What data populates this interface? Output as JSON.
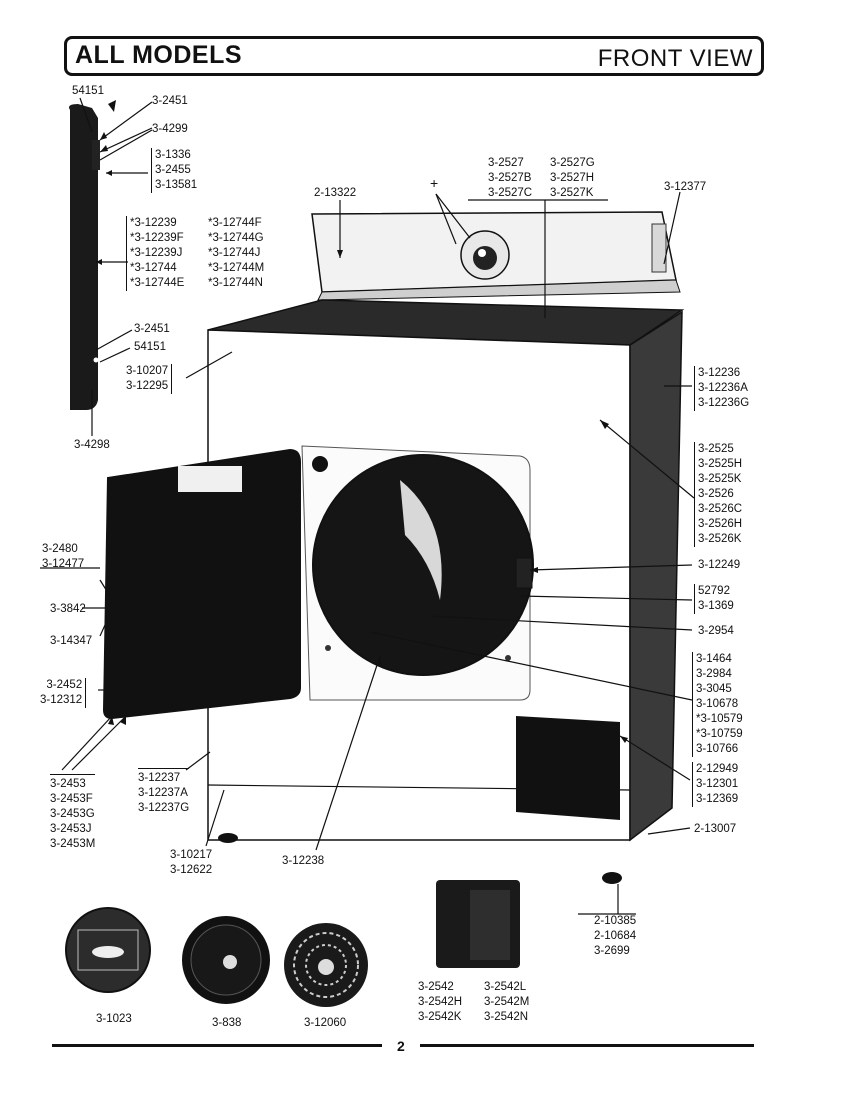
{
  "header": {
    "title": "ALL MODELS",
    "view": "FRONT VIEW"
  },
  "labels": {
    "p54151_top": "54151",
    "p3_2451_top": "3-2451",
    "p3_4299": "3-4299",
    "grp_side_screws": [
      "3-1336",
      "3-2455",
      "3-13581"
    ],
    "grp_side_panel_a": [
      "*3-12239",
      "*3-12239F",
      "*3-12239J",
      "*3-12744",
      "*3-12744E"
    ],
    "grp_side_panel_b": [
      "*3-12744F",
      "*3-12744G",
      "*3-12744J",
      "*3-12744M",
      "*3-12744N"
    ],
    "p3_2451_bot": "3-2451",
    "p54151_bot": "54151",
    "grp_top_trim": [
      "3-10207",
      "3-12295"
    ],
    "p3_4298": "3-4298",
    "p2_13322": "2-13322",
    "grp_knob_a": [
      "3-2527",
      "3-2527B",
      "3-2527C"
    ],
    "grp_knob_b": [
      "3-2527G",
      "3-2527H",
      "3-2527K"
    ],
    "knob_plus": "+",
    "p3_12377": "3-12377",
    "grp_top": [
      "3-12236",
      "3-12236A",
      "3-12236G"
    ],
    "grp_cabinet": [
      "3-2525",
      "3-2525H",
      "3-2525K",
      "3-2526",
      "3-2526C",
      "3-2526H",
      "3-2526K"
    ],
    "p3_12249": "3-12249",
    "grp_seal": [
      "52792",
      "3-1369"
    ],
    "p3_2954": "3-2954",
    "grp_front_panel": [
      "3-1464",
      "3-2984",
      "3-3045",
      "3-10678",
      "*3-10579",
      "*3-10759",
      "3-10766"
    ],
    "grp_toe_panel": [
      "2-12949",
      "3-12301",
      "3-12369"
    ],
    "p2_13007": "2-13007",
    "grp_strike": [
      "3-2480",
      "3-12477"
    ],
    "p3_3842": "3-3842",
    "p3_14347": "3-14347",
    "grp_hinge": [
      "3-2452",
      "3-12312"
    ],
    "grp_door": [
      "3-2453",
      "3-2453F",
      "3-2453G",
      "3-2453J",
      "3-2453M"
    ],
    "grp_front_bottom": [
      "3-12237",
      "3-12237A",
      "3-12237G"
    ],
    "grp_leg_a": [
      "3-10217",
      "3-12622"
    ],
    "p3_12238": "3-12238",
    "grp_leg_b": [
      "2-10385",
      "2-10684",
      "3-2699"
    ],
    "grp_filter_a": [
      "3-2542",
      "3-2542H",
      "3-2542K"
    ],
    "grp_filter_b": [
      "3-2542L",
      "3-2542M",
      "3-2542N"
    ],
    "p3_1023": "3-1023",
    "p3_838": "3-838",
    "p3_12060": "3-12060"
  },
  "page_number": "2"
}
